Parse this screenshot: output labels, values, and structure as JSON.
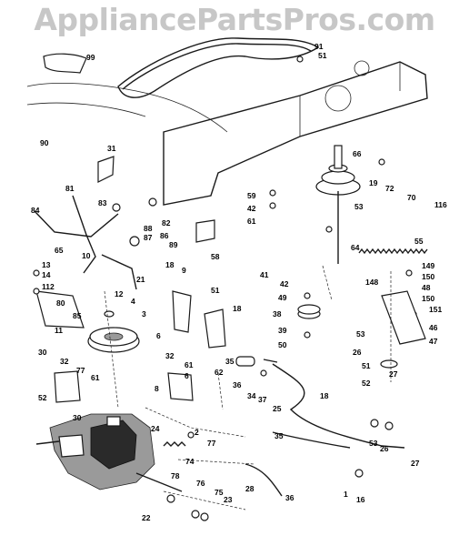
{
  "watermark": "AppliancePartsPros.com",
  "labels": [
    "91",
    "51",
    "99",
    "90",
    "31",
    "66",
    "53",
    "59",
    "42",
    "61",
    "19",
    "72",
    "70",
    "116",
    "83",
    "82",
    "84",
    "81",
    "88",
    "87",
    "86",
    "89",
    "58",
    "55",
    "64",
    "65",
    "10",
    "12",
    "21",
    "13",
    "14",
    "112",
    "80",
    "85",
    "4",
    "3",
    "11",
    "18",
    "9",
    "51",
    "18",
    "6",
    "41",
    "42",
    "49",
    "38",
    "39",
    "50",
    "148",
    "149",
    "150",
    "48",
    "150",
    "151",
    "46",
    "47",
    "26",
    "51",
    "27",
    "52",
    "53",
    "30",
    "32",
    "77",
    "61",
    "52",
    "30",
    "32",
    "61",
    "6",
    "8",
    "62",
    "35",
    "36",
    "34",
    "37",
    "25",
    "18",
    "24",
    "2",
    "77",
    "74",
    "78",
    "76",
    "75",
    "23",
    "22",
    "28",
    "36",
    "35",
    "53",
    "26",
    "27",
    "1",
    "16"
  ]
}
